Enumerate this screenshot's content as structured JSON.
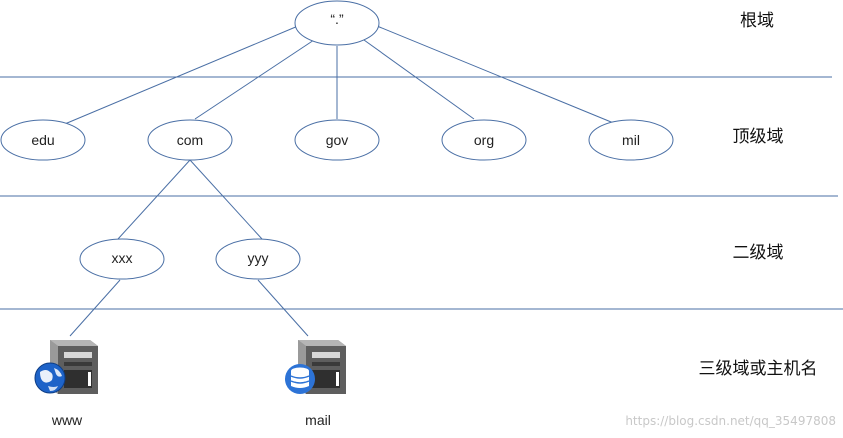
{
  "levels": {
    "root": "根域",
    "top": "顶级域",
    "second": "二级域",
    "third": "三级域或主机名"
  },
  "nodes": {
    "root": "“.”",
    "edu": "edu",
    "com": "com",
    "gov": "gov",
    "org": "org",
    "mil": "mil",
    "xxx": "xxx",
    "yyy": "yyy",
    "www": "www",
    "mail": "mail"
  },
  "icons": {
    "www": "web-server-icon",
    "mail": "database-server-icon"
  },
  "colors": {
    "line": "#4a6fa5",
    "node_stroke": "#4a6fa5",
    "globe": "#1e63c8",
    "db": "#2d73d6"
  },
  "watermark": "https://blog.csdn.net/qq_35497808"
}
